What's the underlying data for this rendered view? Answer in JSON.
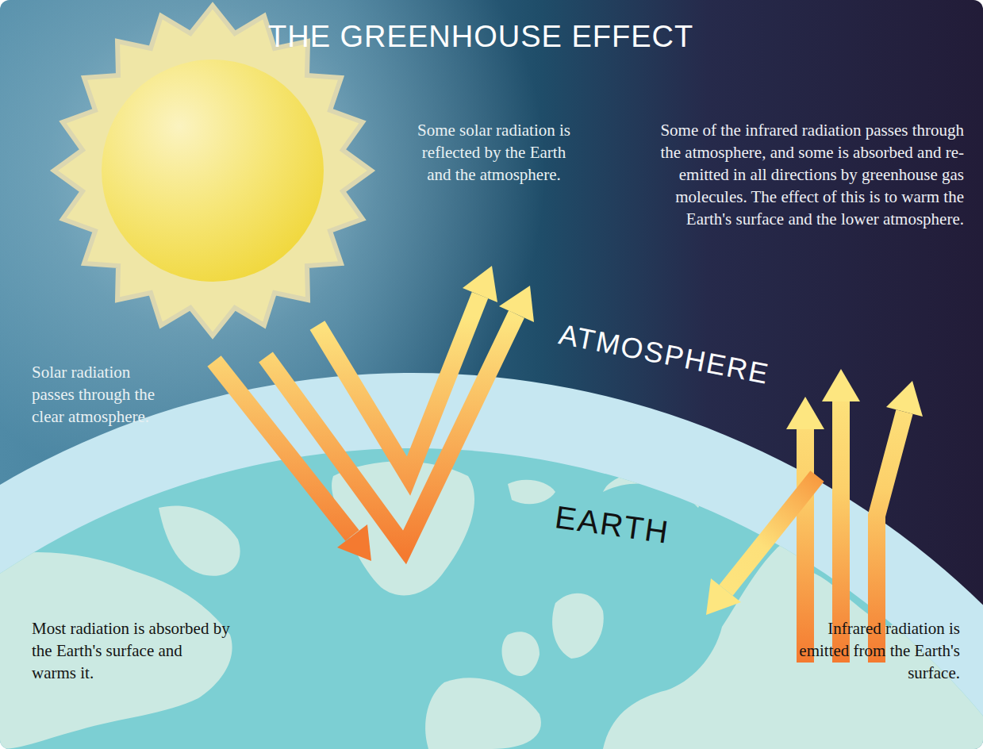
{
  "diagram": {
    "title": "THE GREENHOUSE EFFECT",
    "labels": [
      "Solar radiation passes through the clear atmosphere.",
      "Some solar radiation is reflected by the Earth and the atmosphere.",
      "Some of the infrared radiation passes through the atmosphere, and some is absorbed and re-emitted in all directions by greenhouse gas molecules. The effect of this is to warm the Earth's surface and the lower atmosphere.",
      "ATMOSPHERE",
      "EARTH",
      "Most radiation is absorbed by the Earth's surface and warms it.",
      "Infrared radiation is emitted from the Earth's surface."
    ]
  }
}
